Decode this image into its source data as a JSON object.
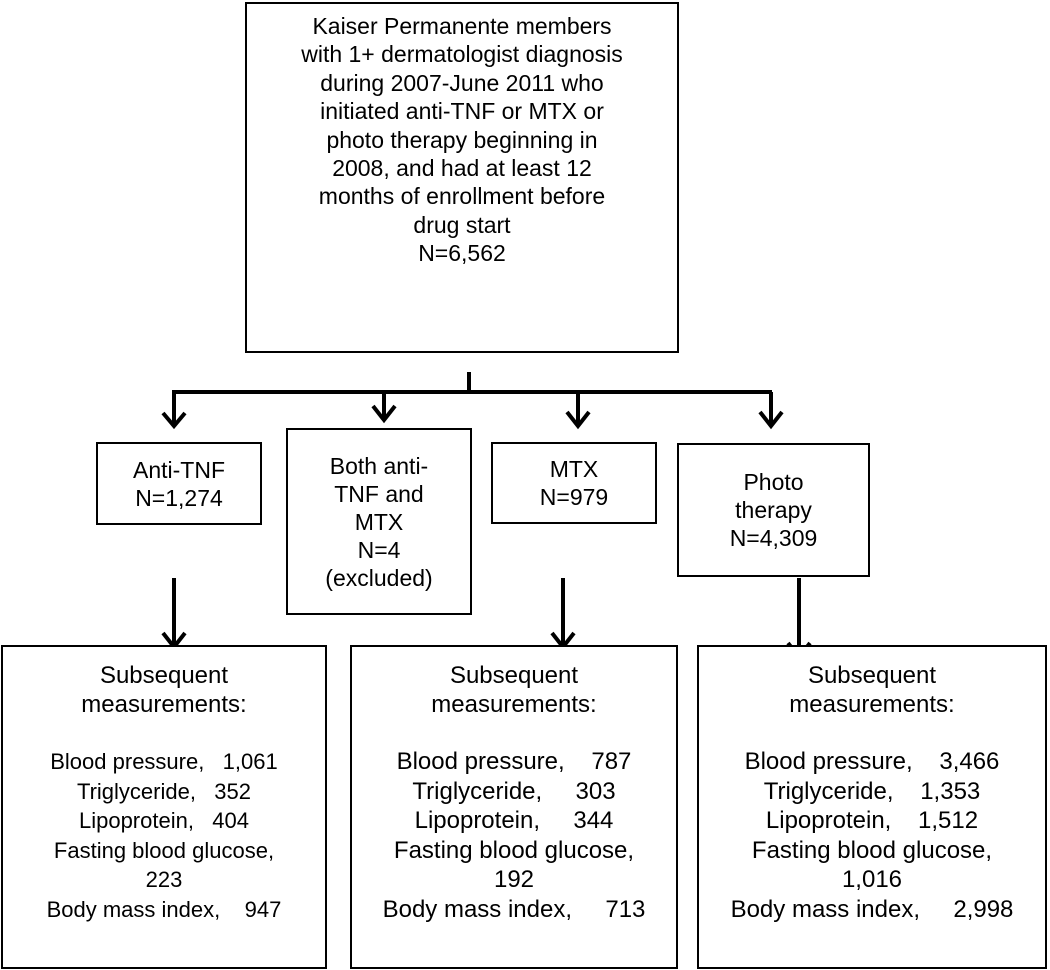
{
  "root": {
    "lines": [
      "Kaiser Permanente members",
      "with 1+ dermatologist diagnosis",
      "during 2007-June 2011 who",
      "initiated anti-TNF or MTX or",
      "photo therapy beginning in",
      "2008, and had at least 12",
      "months of enrollment before",
      "drug start",
      "N=6,562"
    ]
  },
  "groups": {
    "anti_tnf": {
      "lines": [
        "Anti-TNF",
        "N=1,274"
      ]
    },
    "both": {
      "lines": [
        "Both anti-",
        "TNF and",
        "MTX",
        "N=4",
        "(excluded)"
      ]
    },
    "mtx": {
      "lines": [
        "MTX",
        "N=979"
      ]
    },
    "photo": {
      "lines": [
        "Photo",
        "therapy",
        "N=4,309"
      ]
    }
  },
  "measurements": {
    "anti_tnf": {
      "heading": [
        "Subsequent",
        "measurements:"
      ],
      "items": [
        "Blood pressure,   1,061",
        "Triglyceride,   352",
        "Lipoprotein,   404",
        "Fasting blood glucose,",
        "223",
        "Body mass index,    947"
      ]
    },
    "mtx": {
      "heading": [
        "Subsequent",
        "measurements:"
      ],
      "items": [
        "Blood pressure,    787",
        "Triglyceride,     303",
        "Lipoprotein,     344",
        "Fasting blood glucose,",
        "192",
        "Body mass index,     713"
      ]
    },
    "photo": {
      "heading": [
        "Subsequent",
        "measurements:"
      ],
      "items": [
        "Blood pressure,    3,466",
        "Triglyceride,    1,353",
        "Lipoprotein,    1,512",
        "Fasting blood glucose,",
        "1,016",
        "Body mass index,     2,998"
      ]
    }
  }
}
